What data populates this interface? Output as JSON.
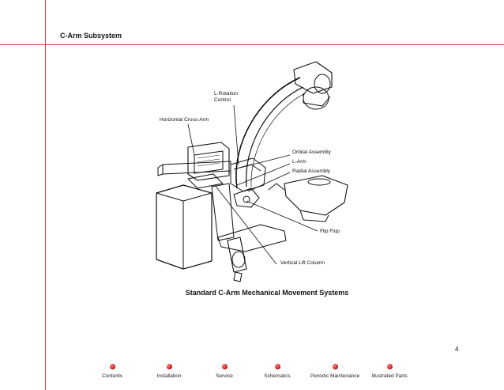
{
  "header": {
    "section_title": "C-Arm Subsystem"
  },
  "figure": {
    "labels": {
      "l_rotation_control": "L-Rotation\nControl",
      "horizontal_cross_arm": "Horizontal Cross-Arm",
      "orbital_assembly": "Orbital Assembly",
      "l_arm": "L-Arm",
      "radial_assembly": "Radial Assembly",
      "flip_flop": "Flip Flop",
      "vertical_lift_column": "Vertical Lift Column"
    },
    "caption": "Standard C-Arm Mechanical Movement Systems"
  },
  "page_number": "4",
  "nav": {
    "items": [
      {
        "label": "Contents"
      },
      {
        "label": "Installation"
      },
      {
        "label": "Service"
      },
      {
        "label": "Schematics"
      },
      {
        "label": "Periodic Maintenance"
      },
      {
        "label": "Illustrated Parts"
      }
    ],
    "accent_color": "#d42020"
  },
  "theme": {
    "rule_color": "#d24a4a"
  }
}
